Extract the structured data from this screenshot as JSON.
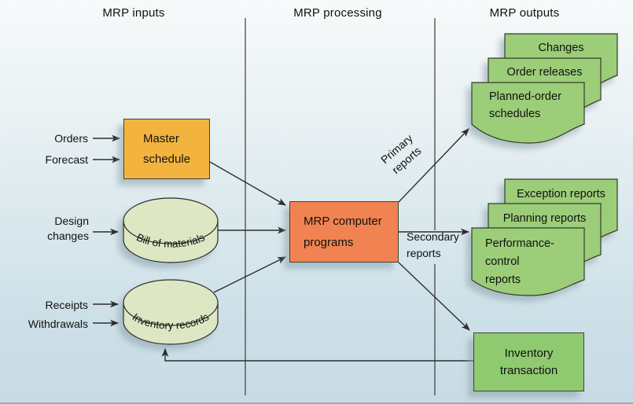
{
  "headers": {
    "inputs": "MRP inputs",
    "processing": "MRP processing",
    "outputs": "MRP outputs"
  },
  "inputs": {
    "orders": "Orders",
    "forecast": "Forecast",
    "design_changes": "Design\nchanges",
    "receipts": "Receipts",
    "withdrawals": "Withdrawals",
    "master_schedule": "Master\nschedule",
    "bill_of_materials": "Bill of materials",
    "inventory_records": "Inventory records"
  },
  "processing": {
    "mrp_programs": "MRP computer\nprograms"
  },
  "flow_labels": {
    "primary": "Primary\nreports",
    "secondary": "Secondary\nreports"
  },
  "outputs": {
    "primary_docs": [
      "Changes",
      "Order releases",
      "Planned-order\nschedules"
    ],
    "secondary_docs": [
      "Exception reports",
      "Planning reports",
      "Performance-\ncontrol\nreports"
    ],
    "inventory_transaction": "Inventory\ntransaction"
  },
  "colors": {
    "master_schedule_fill": "#f2b43f",
    "mrp_programs_fill": "#f08351",
    "report_doc_fill": "#9ccd78",
    "inventory_transaction_fill": "#8fca70",
    "datastore_fill": "#dde7c3",
    "line": "#2e2e2e",
    "background_top": "#f6fafa",
    "background_bottom": "#c8dce6"
  }
}
